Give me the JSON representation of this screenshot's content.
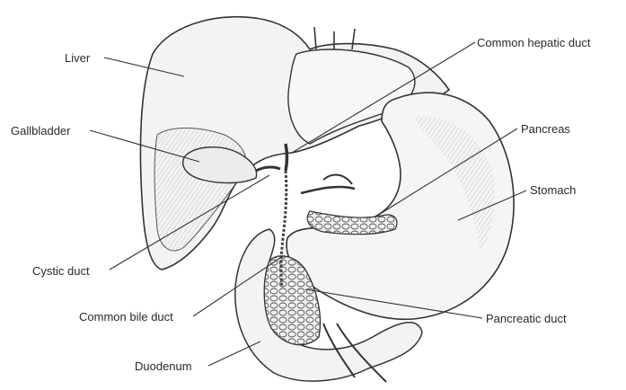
{
  "figure": {
    "labels": {
      "liver": "Liver",
      "gallbladder": "Gallbladder",
      "cystic_duct": "Cystic duct",
      "common_bile_duct": "Common bile duct",
      "duodenum": "Duodenum",
      "common_hepatic_duct": "Common hepatic duct",
      "pancreas": "Pancreas",
      "stomach": "Stomach",
      "pancreatic_duct": "Pancreatic duct"
    }
  }
}
